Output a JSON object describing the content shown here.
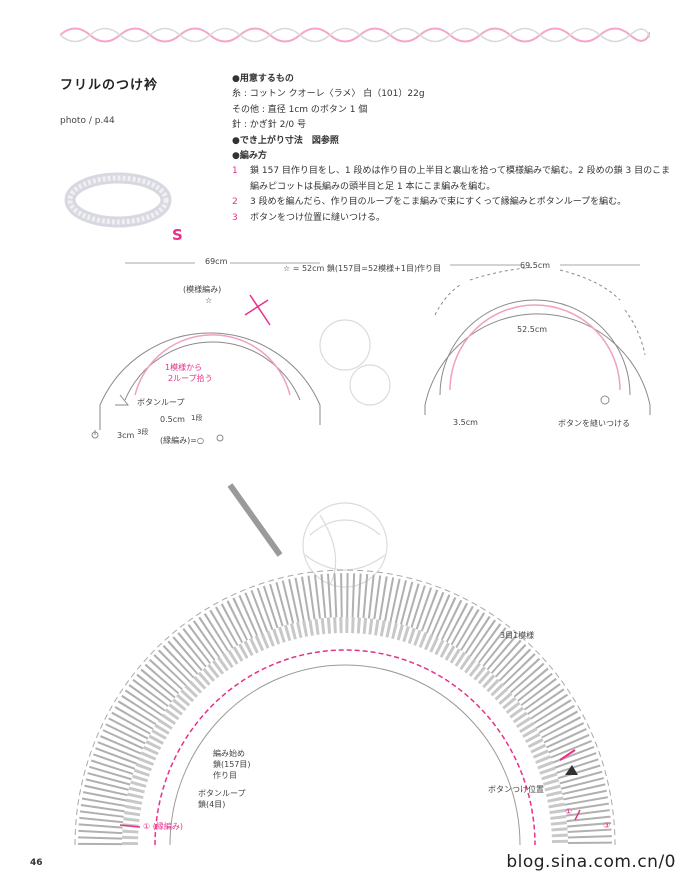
{
  "header": {
    "title": "フリルのつけ衿",
    "photo_ref": "photo / p.44",
    "letter_mark": "S"
  },
  "materials": {
    "head_materials": "●用意するもの",
    "yarn": "糸 : コットン クオーレ〈ラメ〉 白（101）22g",
    "other": "その他 : 直径 1cm のボタン 1 個",
    "needle": "針 : かぎ針 2/0 号",
    "finished_size": "●でき上がり寸法　図参照",
    "head_method": "●編み方",
    "steps": [
      {
        "num": "1",
        "text": "鎖 157 目作り目をし、1 段めは作り目の上半目と裏山を拾って模様編みで編む。2 段めの鎖 3 目のこま編みピコットは長編みの頭半目と足 1 本にこま編みを編む。"
      },
      {
        "num": "2",
        "text": "3 段めを編んだら、作り目のループをこま編みで束にすくって縁編みとボタンループを編む。"
      },
      {
        "num": "3",
        "text": "ボタンをつけ位置に縫いつける。"
      }
    ]
  },
  "diagram": {
    "left_width": "69cm",
    "star_note": "☆ = 52cm 鎖(157目=52模様+1目)作り目",
    "pattern_label": "(模様編み)",
    "star": "☆",
    "pick_note_1": "1模様から",
    "pick_note_2": "2ループ拾う",
    "button_loop": "ボタンループ",
    "dim_05": "0.5cm",
    "row_1": "1段",
    "dim_3cm": "3cm",
    "row_3": "3段",
    "edging_note": "(縁編み)=○",
    "right_width": "69.5cm",
    "right_inner": "52.5cm",
    "right_dim": "3.5cm",
    "button_sew": "ボタンを縫いつける",
    "third_row_pattern": "3目1模様",
    "start_1": "編み始め",
    "start_2": "鎖(157目)",
    "start_3": "作り目",
    "loop_1": "ボタンループ",
    "loop_2": "鎖(4目)",
    "edge_label": "① (縁編み)",
    "button_pos": "ボタンつけ位置",
    "mark_1": "①",
    "mark_3": "③"
  },
  "footer": {
    "page_number": "46",
    "watermark": "blog.sina.com.cn/0"
  },
  "colors": {
    "accent_pink": "#e8308a",
    "line_gray": "#8a8a8a"
  }
}
